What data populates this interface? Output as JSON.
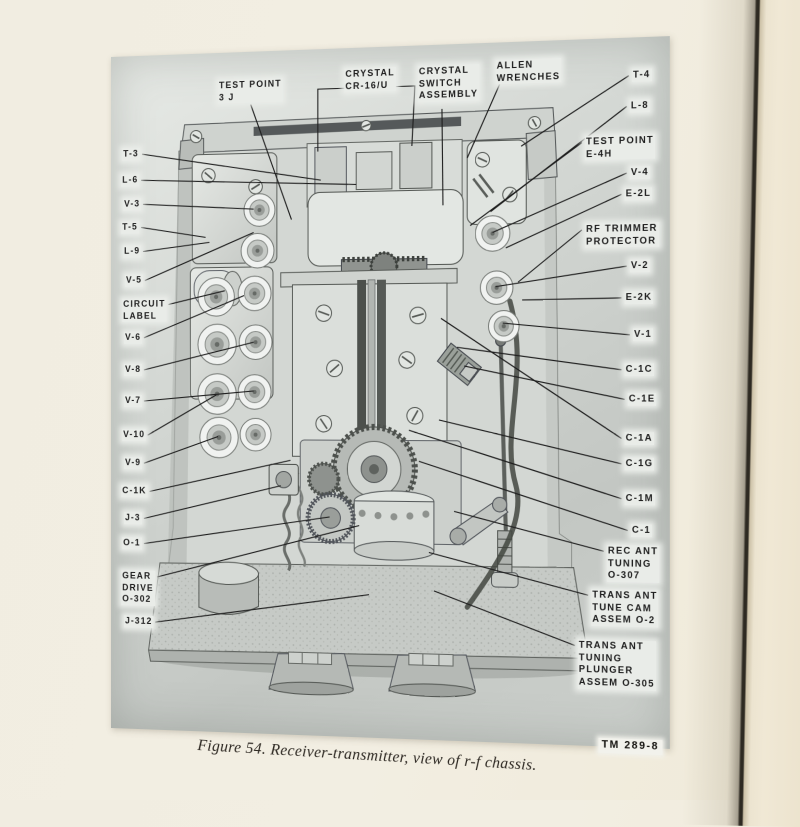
{
  "document": {
    "kind": "Technical manual page scan",
    "caption": "Figure 54. Receiver-transmitter, view of r-f chassis.",
    "tm_reference": "TM 289-8"
  },
  "figure": {
    "title": "Receiver-transmitter, view of r-f chassis",
    "callouts": {
      "left": [
        "T-3",
        "L-6",
        "V-3",
        "T-5",
        "L-9",
        "V-5",
        "CIRCUIT\nLABEL",
        "V-6",
        "V-8",
        "V-7",
        "V-10",
        "V-9",
        "C-1K",
        "J-3",
        "O-1",
        "GEAR\nDRIVE\nO-302",
        "J-312"
      ],
      "top": [
        "TEST POINT\n3 J",
        "CRYSTAL\nCR-16/U",
        "CRYSTAL\nSWITCH\nASSEMBLY",
        "ALLEN\nWRENCHES"
      ],
      "right": [
        "T-4",
        "L-8",
        "TEST POINT\nE-4H",
        "V-4",
        "E-2L",
        "RF TRIMMER\nPROTECTOR",
        "V-2",
        "E-2K",
        "V-1",
        "C-1C",
        "C-1E",
        "C-1A",
        "C-1G",
        "C-1M",
        "C-1",
        "REC ANT\nTUNING\nO-307",
        "TRANS ANT\nTUNE CAM\nASSEM O-2",
        "TRANS ANT\nTUNING\nPLUNGER\nASSEM O-305"
      ]
    }
  },
  "colors": {
    "paper": "#f2eee2",
    "adjacent_page": "#f0e8d5",
    "gutter_line": "#2e2a22",
    "photo_gray_light": "#e7eae6",
    "photo_gray_dark": "#c3c7c3",
    "ink": "#1e1e1e",
    "label_patch": "#e9ece8"
  }
}
